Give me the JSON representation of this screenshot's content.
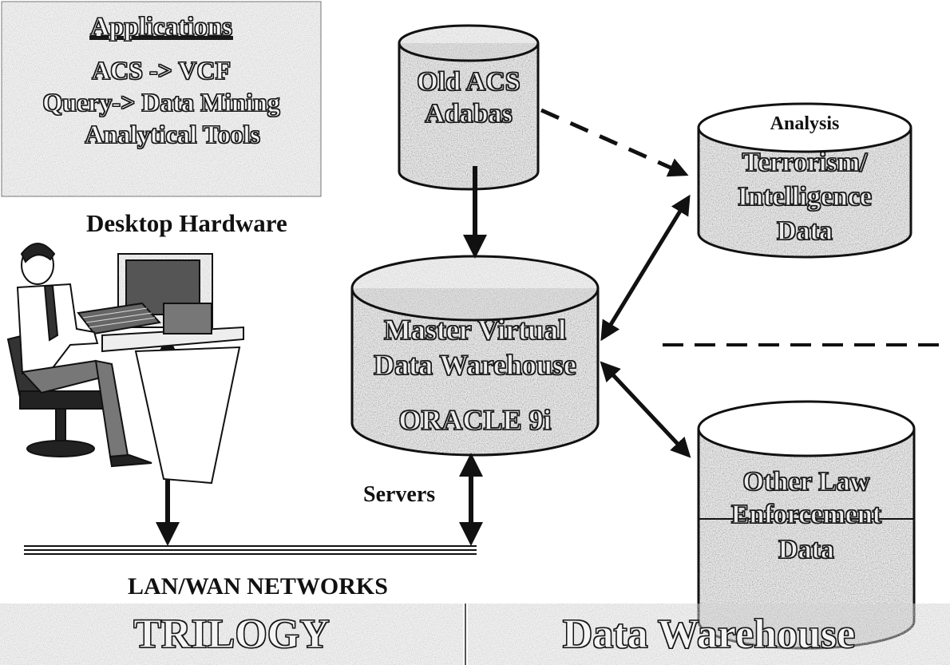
{
  "applications_box": {
    "title": "Applications",
    "lines": [
      "ACS -> VCF",
      "Query-> Data Mining",
      "Analytical Tools"
    ]
  },
  "desktop_label": "Desktop Hardware",
  "old_db": {
    "lines": [
      "Old ACS",
      "Adabas"
    ]
  },
  "master_db": {
    "lines": [
      "Master Virtual",
      "Data Warehouse"
    ],
    "product": "ORACLE 9i"
  },
  "analysis_db": {
    "header": "Analysis",
    "lines": [
      "Terrorism/",
      "Intelligence",
      "Data"
    ]
  },
  "law_db": {
    "lines": [
      "Other Law",
      "Enforcement",
      "Data"
    ]
  },
  "servers_label": "Servers",
  "network_label": "LAN/WAN NETWORKS",
  "bottom_banner": {
    "left": "TRILOGY",
    "right": "Data Warehouse"
  },
  "colors": {
    "texture_dark": "#6b6b6b",
    "texture_light": "#9a9a9a",
    "ink": "#111111"
  }
}
